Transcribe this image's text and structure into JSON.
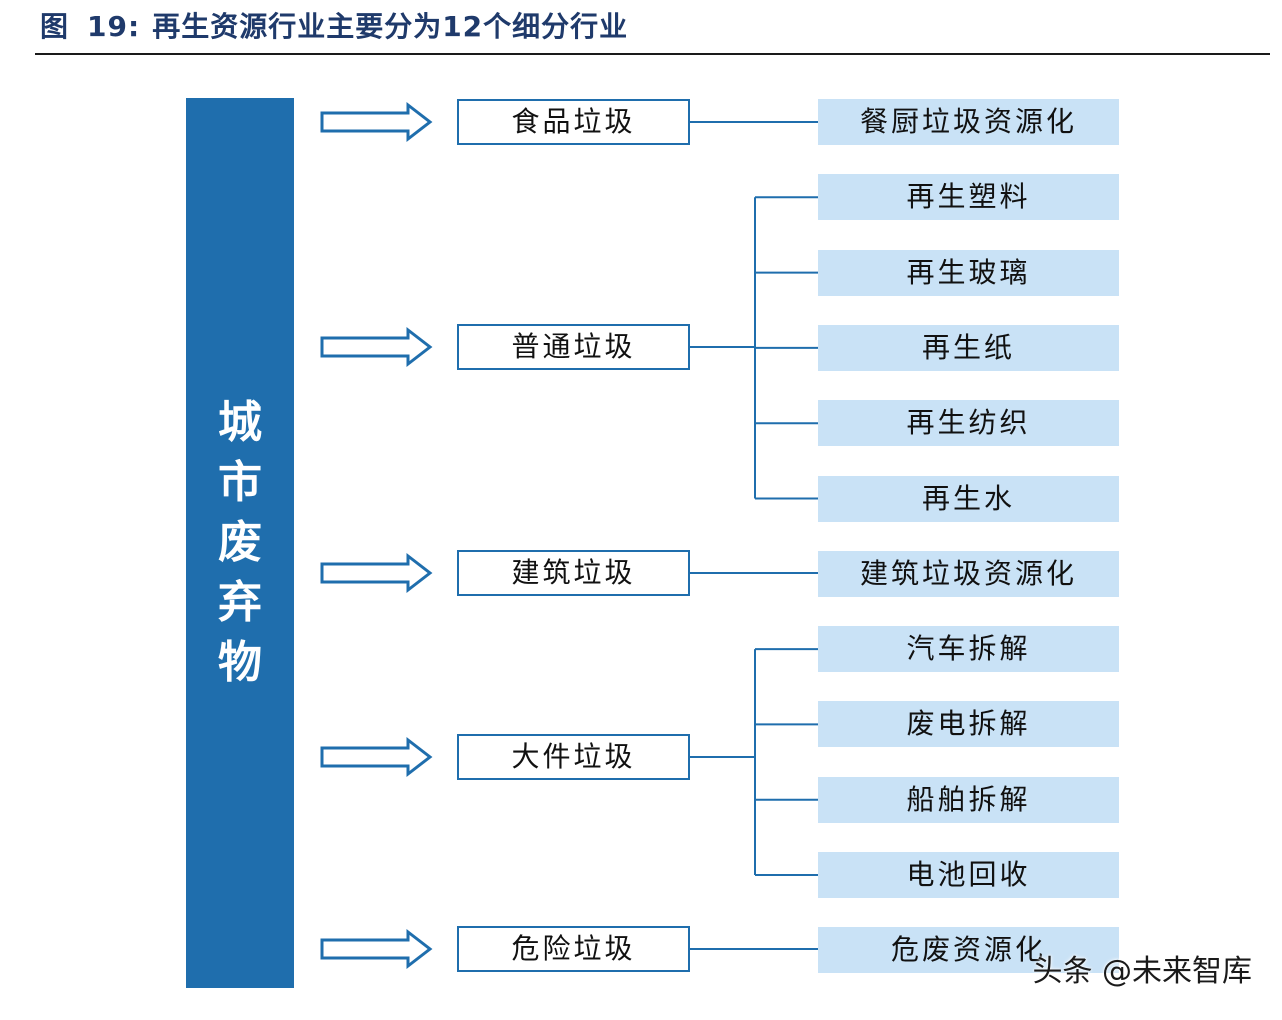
{
  "figure": {
    "label": "图",
    "number": "19:",
    "title": "再生资源行业主要分为12个细分行业"
  },
  "root": {
    "label": "城市废弃物"
  },
  "categories": [
    {
      "label": "食品垃圾",
      "children": [
        "餐厨垃圾资源化"
      ]
    },
    {
      "label": "普通垃圾",
      "children": [
        "再生塑料",
        "再生玻璃",
        "再生纸",
        "再生纺织",
        "再生水"
      ]
    },
    {
      "label": "建筑垃圾",
      "children": [
        "建筑垃圾资源化"
      ]
    },
    {
      "label": "大件垃圾",
      "children": [
        "汽车拆解",
        "废电拆解",
        "船舶拆解",
        "电池回收"
      ]
    },
    {
      "label": "危险垃圾",
      "children": [
        "危废资源化"
      ]
    }
  ],
  "watermark": "头条 @未来智库",
  "colors": {
    "primary": "#1f6ead",
    "leaf_fill": "#c9e2f6",
    "text": "#111111",
    "title": "#1f3a6b"
  }
}
